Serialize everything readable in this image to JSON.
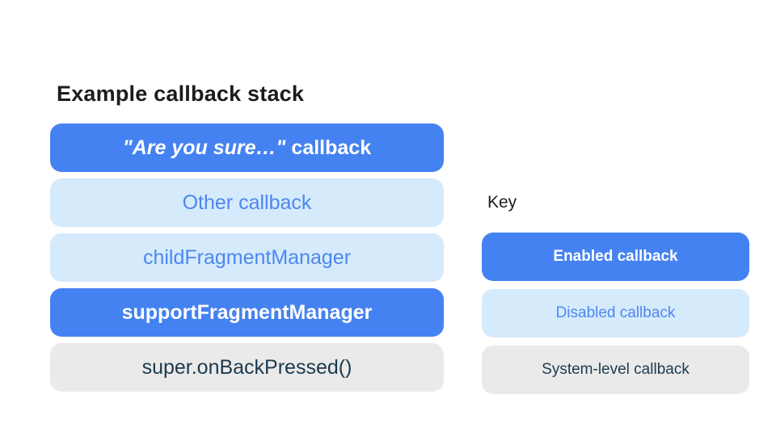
{
  "page": {
    "background": "#ffffff"
  },
  "colors": {
    "page_bg": "#ffffff",
    "heading_text": "#1c1c1c",
    "enabled_bg": "#4582f1",
    "enabled_text": "#ffffff",
    "disabled_bg": "#d5eafb",
    "disabled_text": "#4d87f0",
    "system_bg": "#eaeaea",
    "system_text": "#1c3a4d"
  },
  "stack": {
    "title": "Example callback stack",
    "items": [
      {
        "quote": "\"Are you sure…\"",
        "rest": "callback",
        "type": "enabled"
      },
      {
        "label": "Other callback",
        "type": "disabled"
      },
      {
        "label": "childFragmentManager",
        "type": "disabled"
      },
      {
        "label": "supportFragmentManager",
        "type": "enabled"
      },
      {
        "label": "super.onBackPressed()",
        "type": "system"
      }
    ]
  },
  "key": {
    "title": "Key",
    "items": [
      {
        "label": "Enabled callback",
        "type": "enabled"
      },
      {
        "label": "Disabled callback",
        "type": "disabled"
      },
      {
        "label": "System-level callback",
        "type": "system"
      }
    ]
  }
}
